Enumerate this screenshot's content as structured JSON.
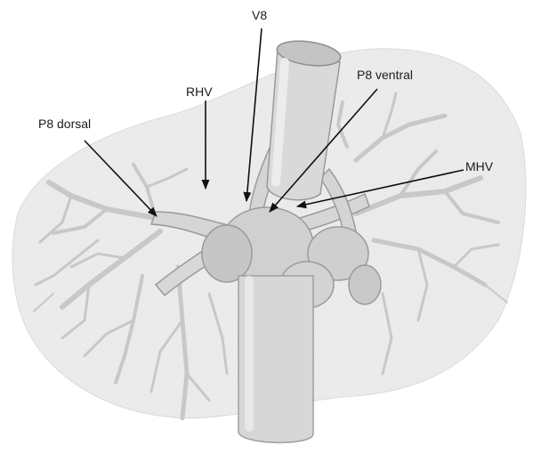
{
  "labels": {
    "v8": "V8",
    "rhv": "RHV",
    "p8_dorsal": "P8 dorsal",
    "p8_ventral": "P8 ventral",
    "mhv": "MHV"
  },
  "colors": {
    "vessel_fill": "#d9d9d9",
    "vessel_edge": "#9a9a9a",
    "liver_fill": "#f1f1f1",
    "arrow": "#111111",
    "text": "#1a1a1a"
  }
}
